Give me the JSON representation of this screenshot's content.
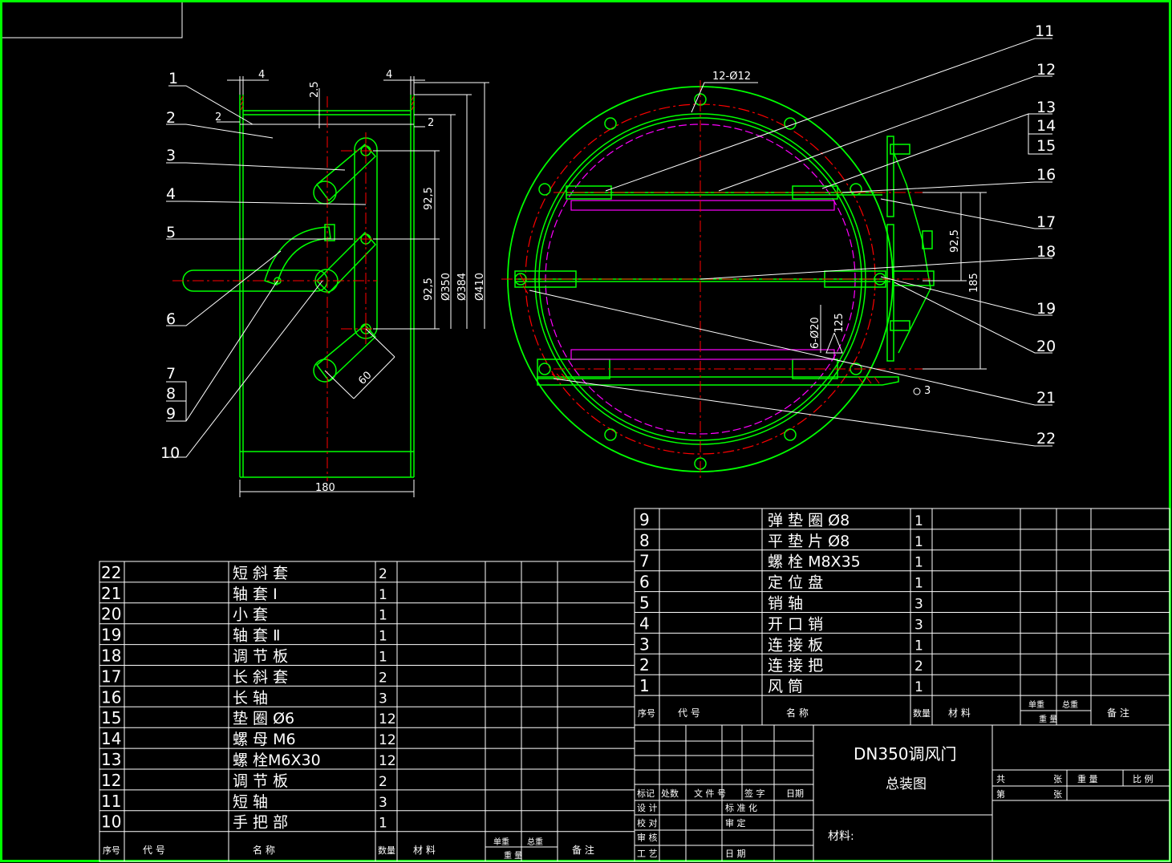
{
  "colors": {
    "background": "#000000",
    "border": "#00ff00",
    "part": "#00ff00",
    "centerline": "#ff0000",
    "dimension": "#ffffff",
    "hidden": "#ff00ff",
    "text": "#ffffff"
  },
  "callouts_left": [
    "1",
    "2",
    "3",
    "4",
    "5",
    "6",
    "7",
    "8",
    "9",
    "10"
  ],
  "callouts_right": [
    "11",
    "12",
    "13",
    "14",
    "15",
    "16",
    "17",
    "18",
    "19",
    "20",
    "21",
    "22"
  ],
  "dims": {
    "d4a": "4",
    "d25": "2.5",
    "d4b": "4",
    "d2a": "2",
    "d2b": "2",
    "d925a": "92,5",
    "d925b": "92,5",
    "d350": "Ø350",
    "d384": "Ø384",
    "d410": "Ø410",
    "d60": "60",
    "d180": "180",
    "holes12": "12-Ø12",
    "holes20": "6-Ø20",
    "d125": "125",
    "d925r": "92,5",
    "d185": "185",
    "d3": "3"
  },
  "bom_left": {
    "rows": [
      {
        "no": "22",
        "name": "短  斜  套",
        "qty": "2"
      },
      {
        "no": "21",
        "name": "轴  套  Ⅰ",
        "qty": "1"
      },
      {
        "no": "20",
        "name": "小  套",
        "qty": "1"
      },
      {
        "no": "19",
        "name": "轴  套  Ⅱ",
        "qty": "1"
      },
      {
        "no": "18",
        "name": "调  节  板",
        "qty": "1"
      },
      {
        "no": "17",
        "name": "长  斜  套",
        "qty": "2"
      },
      {
        "no": "16",
        "name": "长  轴",
        "qty": "3"
      },
      {
        "no": "15",
        "name": "垫  圈  Ø6",
        "qty": "12"
      },
      {
        "no": "14",
        "name": "螺  母  M6",
        "qty": "12"
      },
      {
        "no": "13",
        "name": "螺  栓M6X30",
        "qty": "12"
      },
      {
        "no": "12",
        "name": "调  节  板",
        "qty": "2"
      },
      {
        "no": "11",
        "name": "短  轴",
        "qty": "3"
      },
      {
        "no": "10",
        "name": "手  把  部",
        "qty": "1"
      }
    ],
    "header": {
      "seq": "序号",
      "code": "代      号",
      "name": "名              称",
      "qty": "数量",
      "mat": "材      料",
      "unit_w": "单重",
      "total_w": "总重",
      "weight": "重    量",
      "remark": "备    注"
    }
  },
  "bom_right": {
    "rows": [
      {
        "no": "9",
        "name": "弹  垫  圈  Ø8",
        "qty": "1"
      },
      {
        "no": "8",
        "name": "平  垫  片  Ø8",
        "qty": "1"
      },
      {
        "no": "7",
        "name": "螺    栓  M8X35",
        "qty": "1"
      },
      {
        "no": "6",
        "name": "定  位  盘",
        "qty": "1"
      },
      {
        "no": "5",
        "name": "销  轴",
        "qty": "3"
      },
      {
        "no": "4",
        "name": "开  口  销",
        "qty": "3"
      },
      {
        "no": "3",
        "name": "连  接  板",
        "qty": "1"
      },
      {
        "no": "2",
        "name": "连  接  把",
        "qty": "2"
      },
      {
        "no": "1",
        "name": "风  筒",
        "qty": "1"
      }
    ],
    "header": {
      "seq": "序号",
      "code": "代      号",
      "name": "名              称",
      "qty": "数量",
      "mat": "材      料",
      "unit_w": "单重",
      "total_w": "总重",
      "weight": "重    量",
      "remark": "备    注"
    }
  },
  "title_block": {
    "title": "DN350调风门",
    "subtitle": "总装图",
    "material": "材料:",
    "mark": "标记",
    "zones": "处数",
    "doc": "文  件  号",
    "sign": "签    字",
    "date": "日期",
    "design": "设    计",
    "standard": "标  准  化",
    "check": "校    对",
    "review": "审      定",
    "audit": "审    核",
    "process": "工    艺",
    "date2": "日    期",
    "total": "共",
    "sheets": "张",
    "weight": "重      量",
    "scale": "比      例",
    "sheet_no": "第",
    "sheets2": "张"
  }
}
